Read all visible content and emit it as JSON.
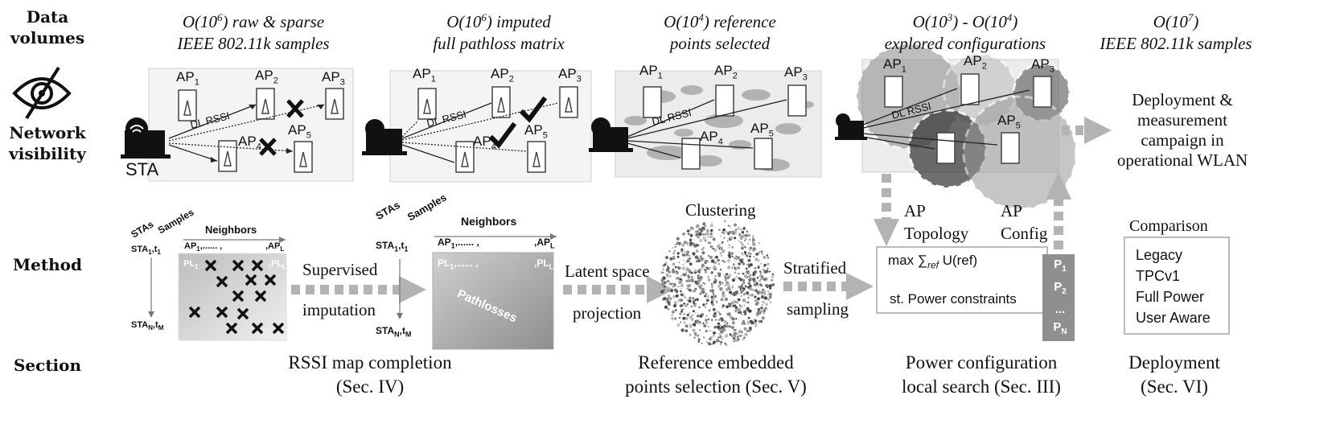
{
  "rows": {
    "data_volumes": "Data\nvolumes",
    "network_visibility": "Network\nvisibility",
    "method": "Method",
    "section": "Section"
  },
  "volumes": {
    "raw_1": "O(10",
    "raw_exp": "6",
    "raw_2": ")  raw & sparse",
    "raw_3": "IEEE 802.11k samples",
    "imp_1": "O(10",
    "imp_exp": "6",
    "imp_2": ") imputed",
    "imp_3": "full pathloss matrix",
    "ref_1": "O(10",
    "ref_exp": "4",
    "ref_2": ") reference",
    "ref_3": "points selected",
    "cfg_1": "O(10",
    "cfg_exp1": "3",
    "cfg_2": ") -  O(10",
    "cfg_exp2": "4",
    "cfg_3": ")",
    "cfg_4": "explored configurations",
    "dep_1": "O(10",
    "dep_exp": "7",
    "dep_2": ")",
    "dep_3": "IEEE 802.11k samples"
  },
  "network": {
    "ap1": "AP",
    "ap2": "AP",
    "ap3": "AP",
    "ap4": "AP",
    "ap5": "AP",
    "sub1": "1",
    "sub2": "2",
    "sub3": "3",
    "sub4": "4",
    "sub5": "5",
    "dl_rssi": "DL RSSI",
    "sta": "STA",
    "deployment_text": "Deployment &\nmeasurement\ncampaign in\noperational WLAN"
  },
  "method": {
    "stas": "STAs",
    "samples": "Samples",
    "neighbors": "Neighbors",
    "sta_first": "STA",
    "sta_first_sub": "1",
    "t_first_sub": "1",
    "sta_last": "STA",
    "sta_last_sub": "N",
    "t_last_sub": "M",
    "ap_row": "AP",
    "ap_row_sub": "1",
    "ap_row_mid": ",...... ,",
    "ap_row_end": ",AP",
    "ap_row_end_sub": "L",
    "pl_start": "PL",
    "pl_start_sub": "1",
    "pl_mid": ",...... ,",
    "pl_end": ",PL",
    "pl_end_sub": "L",
    "pathlosses": "Pathlosses",
    "supervised": "Supervised",
    "imputation": "imputation",
    "latent": "Latent space",
    "projection": "projection",
    "clustering": "Clustering",
    "stratified": "Stratified",
    "sampling": "sampling",
    "ap_topology": "AP\nTopology",
    "ap_config": "AP\nConfig",
    "max_expr": "max ∑",
    "ref_sub": "ref",
    "utility": " U(ref)",
    "power_constraints": "st. Power constraints",
    "p_label": "P",
    "p1_sub": "1",
    "p2_sub": "2",
    "p_dots": "...",
    "pn_sub": "N",
    "comparison_title": "Comparison",
    "comparison_items": [
      "Legacy",
      "TPCv1",
      "Full Power",
      "User Aware"
    ]
  },
  "sections": {
    "s1": "RSSI map completion\n(Sec. IV)",
    "s2": "Reference embedded\npoints selection  (Sec. V)",
    "s3": "Power configuration\nlocal search (Sec. III)",
    "s4": "Deployment\n(Sec. VI)"
  },
  "colors": {
    "arrow_gray": "#b3b3b3",
    "panel_border": "#cfcfcf",
    "dark": "#111111"
  }
}
